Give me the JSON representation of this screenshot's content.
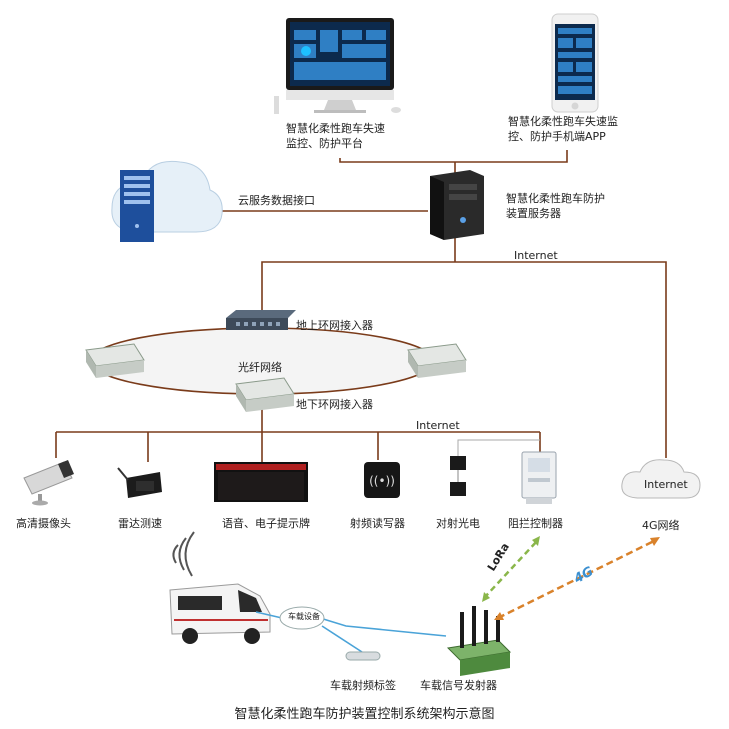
{
  "title": "智慧化柔性跑车防护装置控制系统架构示意图",
  "top": {
    "platform_label": "智慧化柔性跑车失速监控、防护平台",
    "app_label": "智慧化柔性跑车失速监控、防护手机端APP",
    "server_label": "智慧化柔性跑车防护装置服务器",
    "cloud_label": "云服务数据接口",
    "internet_label": "Internet"
  },
  "ring": {
    "ground_label": "地上环网接入器",
    "fiber_label": "光纤网络",
    "underground_label": "地下环网接入器"
  },
  "devices": {
    "internet_label": "Internet",
    "items": [
      "高清摄像头",
      "雷达测速",
      "语音、电子提示牌",
      "射频读写器",
      "对射光电",
      "阻拦控制器"
    ],
    "cloud_4g_label": "Internet",
    "net_4g_label": "4G网络"
  },
  "vehicle": {
    "bubble_label": "车载设备",
    "tag_label": "车载射频标签",
    "transmitter_label": "车载信号发射器",
    "lora_label": "LoRa",
    "g4_label": "4G"
  },
  "colors": {
    "wire": "#7a3b1a",
    "link_blue": "#4aa3d8",
    "lora_green": "#8ab64a",
    "g4_orange": "#d9822b"
  }
}
